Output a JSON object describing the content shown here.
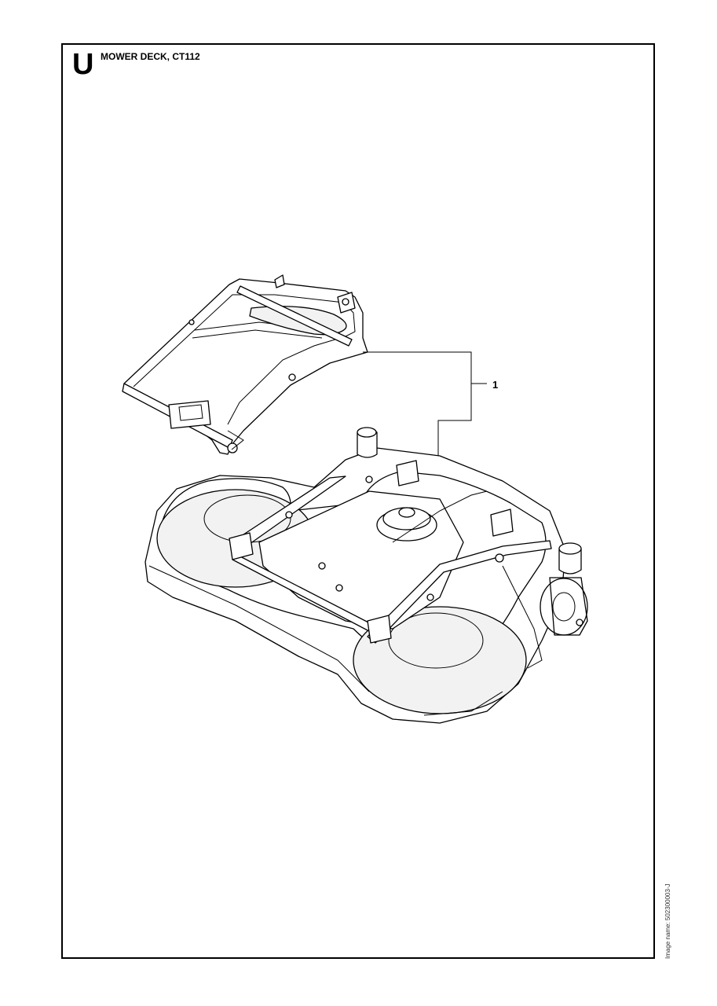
{
  "header": {
    "section_letter": "U",
    "title": "MOWER DECK, CT112"
  },
  "callouts": [
    {
      "number": "1"
    }
  ],
  "footer": {
    "image_name": "Image name: 502300003-J"
  }
}
